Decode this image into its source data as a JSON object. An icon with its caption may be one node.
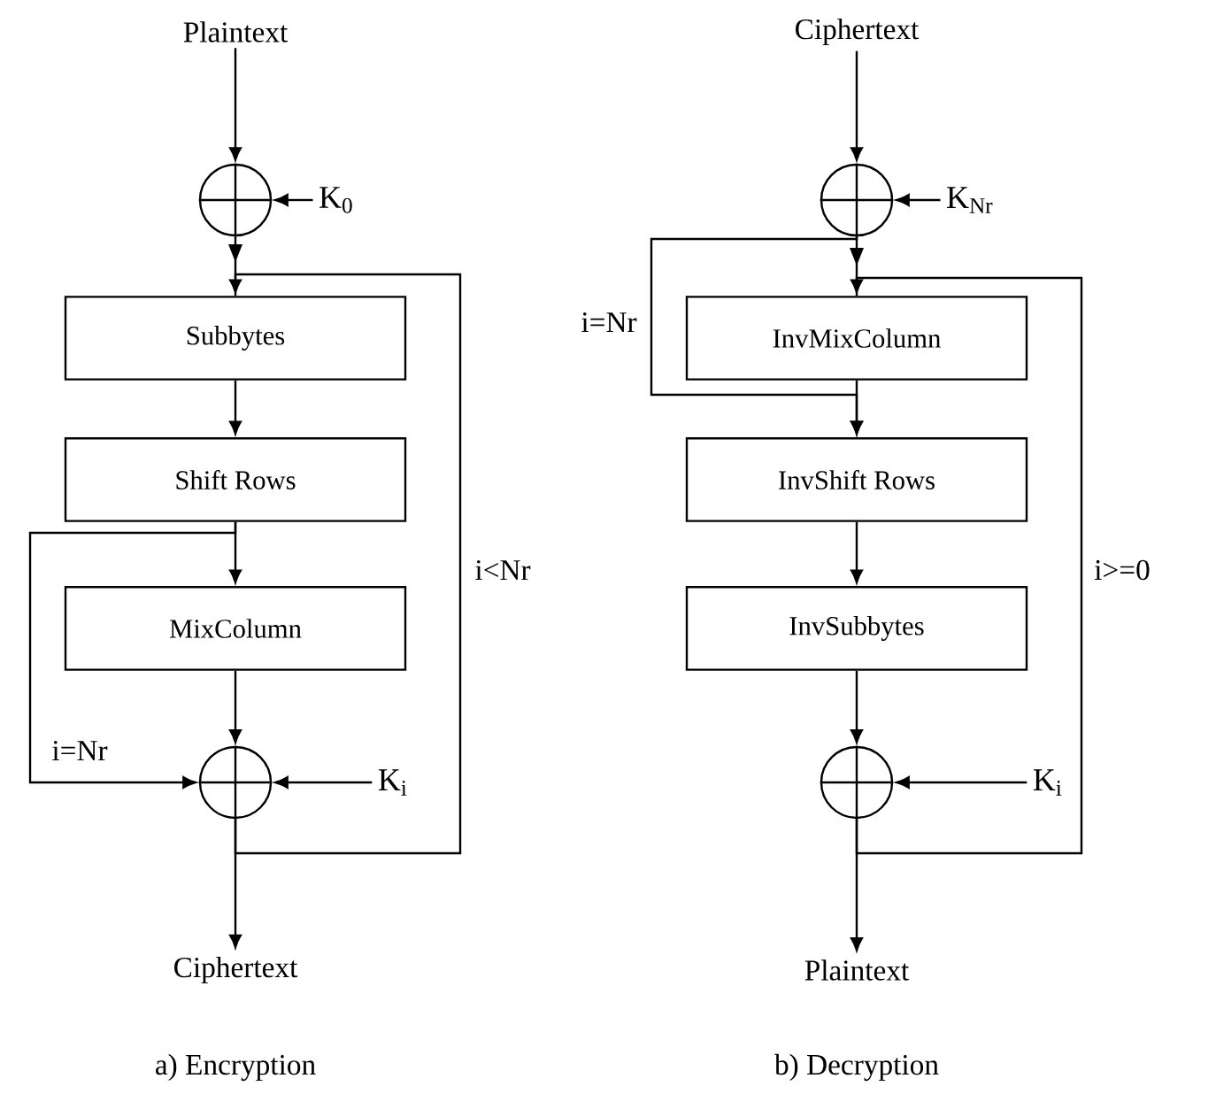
{
  "diagram": {
    "nodes": [
      {
        "text": [
          "Plaintext"
        ]
      },
      {
        "text": [],
        "shape": "circle"
      },
      {
        "text": [
          "K$_{0}$"
        ]
      },
      {
        "text": [
          "Subbytes"
        ]
      },
      {
        "text": [
          "Shift Rows"
        ]
      },
      {
        "text": [
          "MixColumn"
        ]
      },
      {
        "text": [],
        "shape": "circle"
      },
      {
        "text": [
          "K$_{i}$"
        ]
      },
      {
        "text": [
          "Ciphertext"
        ]
      },
      {
        "text": [
          "Ciphertext"
        ]
      },
      {
        "text": [],
        "shape": "circle"
      },
      {
        "text": [
          "K$_{Nr}$"
        ]
      },
      {
        "text": [
          "InvMixColumn"
        ]
      },
      {
        "text": [
          "InvShift Rows"
        ]
      },
      {
        "text": [
          "InvSubbytes"
        ]
      },
      {
        "text": [],
        "shape": "circle"
      },
      {
        "text": [
          "K$_{i}$"
        ]
      },
      {
        "text": [
          "Plaintext"
        ]
      }
    ],
    "edges": [
      {
        "from": 0,
        "to": 1,
        "arrow": "to"
      },
      {
        "from": 2,
        "to": 1,
        "arrow": "to"
      },
      {
        "from": 1,
        "to": 3,
        "arrow": "to"
      },
      {
        "from": 3,
        "to": 4,
        "arrow": "to"
      },
      {
        "from": 4,
        "to": 5,
        "arrow": "to"
      },
      {
        "from": 5,
        "to": 6,
        "arrow": "to"
      },
      {
        "from": 4,
        "to": 6,
        "arrow": "to",
        "label": "i=Nr"
      },
      {
        "from": 7,
        "to": 6,
        "arrow": "to"
      },
      {
        "from": 6,
        "to": 8,
        "arrow": "to"
      },
      {
        "from": 6,
        "to": 3,
        "arrow": "to",
        "label": "i<Nr"
      },
      {
        "from": 9,
        "to": 10,
        "arrow": "to"
      },
      {
        "from": 11,
        "to": 10,
        "arrow": "to"
      },
      {
        "from": 10,
        "to": 12,
        "arrow": "to"
      },
      {
        "from": 10,
        "to": 13,
        "arrow": "to",
        "label": "i=Nr"
      },
      {
        "from": 12,
        "to": 13,
        "arrow": "to"
      },
      {
        "from": 13,
        "to": 14,
        "arrow": "to"
      },
      {
        "from": 14,
        "to": 15,
        "arrow": "to"
      },
      {
        "from": 16,
        "to": 15,
        "arrow": "to"
      },
      {
        "from": 15,
        "to": 17,
        "arrow": "to"
      },
      {
        "from": 15,
        "to": 12,
        "arrow": "to",
        "label": "i>=0"
      }
    ],
    "labels": [
      "a) Encryption",
      "b) Decryption"
    ]
  }
}
